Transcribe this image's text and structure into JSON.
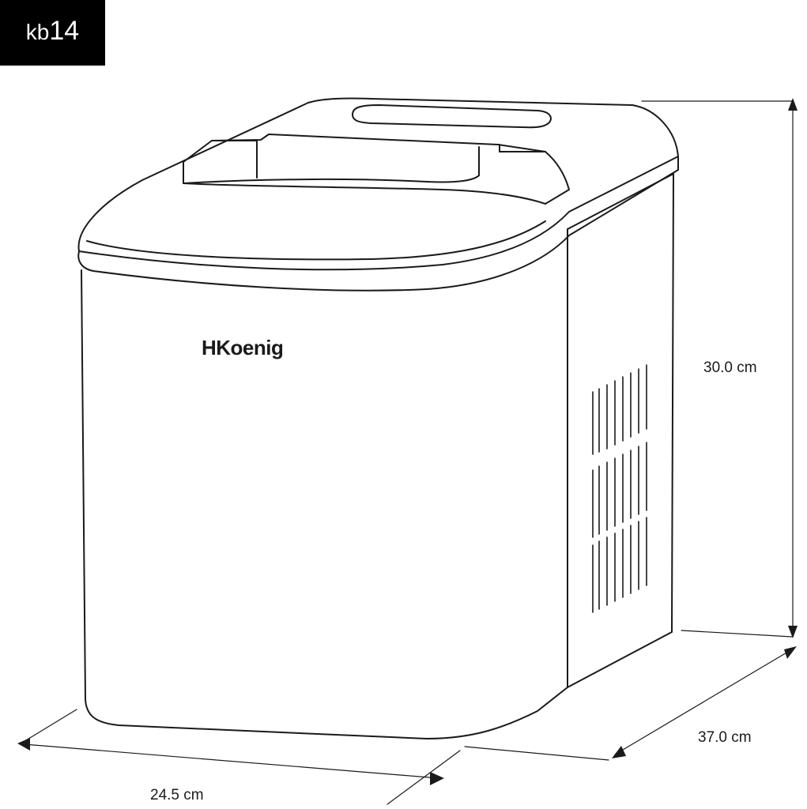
{
  "model_badge": {
    "prefix": "kb",
    "number": "14"
  },
  "brand_logo": "HKoenig",
  "dimensions": {
    "height": "30.0 cm",
    "depth": "37.0 cm",
    "width": "24.5 cm"
  },
  "colors": {
    "line": "#1a1a1a",
    "background": "#ffffff",
    "badge": "#000000"
  }
}
